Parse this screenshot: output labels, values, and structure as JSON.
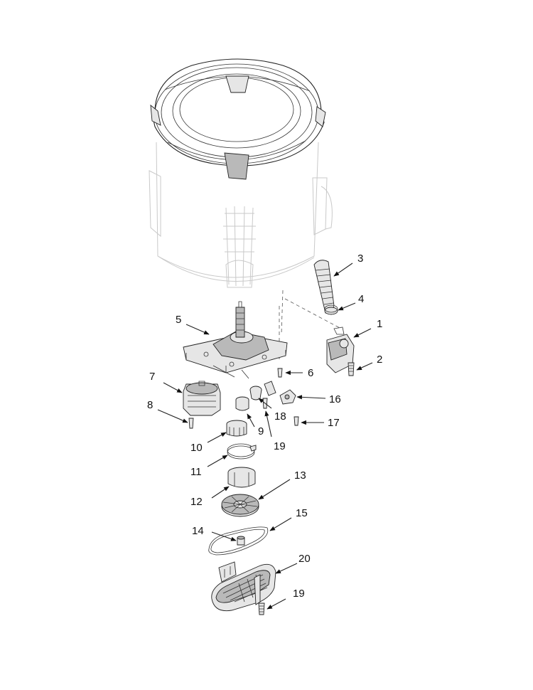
{
  "callouts": [
    {
      "id": "c1",
      "text": "1"
    },
    {
      "id": "c2",
      "text": "2"
    },
    {
      "id": "c3",
      "text": "3"
    },
    {
      "id": "c4",
      "text": "4"
    },
    {
      "id": "c5",
      "text": "5"
    },
    {
      "id": "c6",
      "text": "6"
    },
    {
      "id": "c7",
      "text": "7"
    },
    {
      "id": "c8",
      "text": "8"
    },
    {
      "id": "c9",
      "text": "9"
    },
    {
      "id": "c10",
      "text": "10"
    },
    {
      "id": "c11",
      "text": "11"
    },
    {
      "id": "c12",
      "text": "12"
    },
    {
      "id": "c13",
      "text": "13"
    },
    {
      "id": "c14",
      "text": "14"
    },
    {
      "id": "c15",
      "text": "15"
    },
    {
      "id": "c16",
      "text": "16"
    },
    {
      "id": "c17",
      "text": "17"
    },
    {
      "id": "c18",
      "text": "18"
    },
    {
      "id": "c19a",
      "text": "19"
    },
    {
      "id": "c19b",
      "text": "19"
    },
    {
      "id": "c20",
      "text": "20"
    }
  ]
}
